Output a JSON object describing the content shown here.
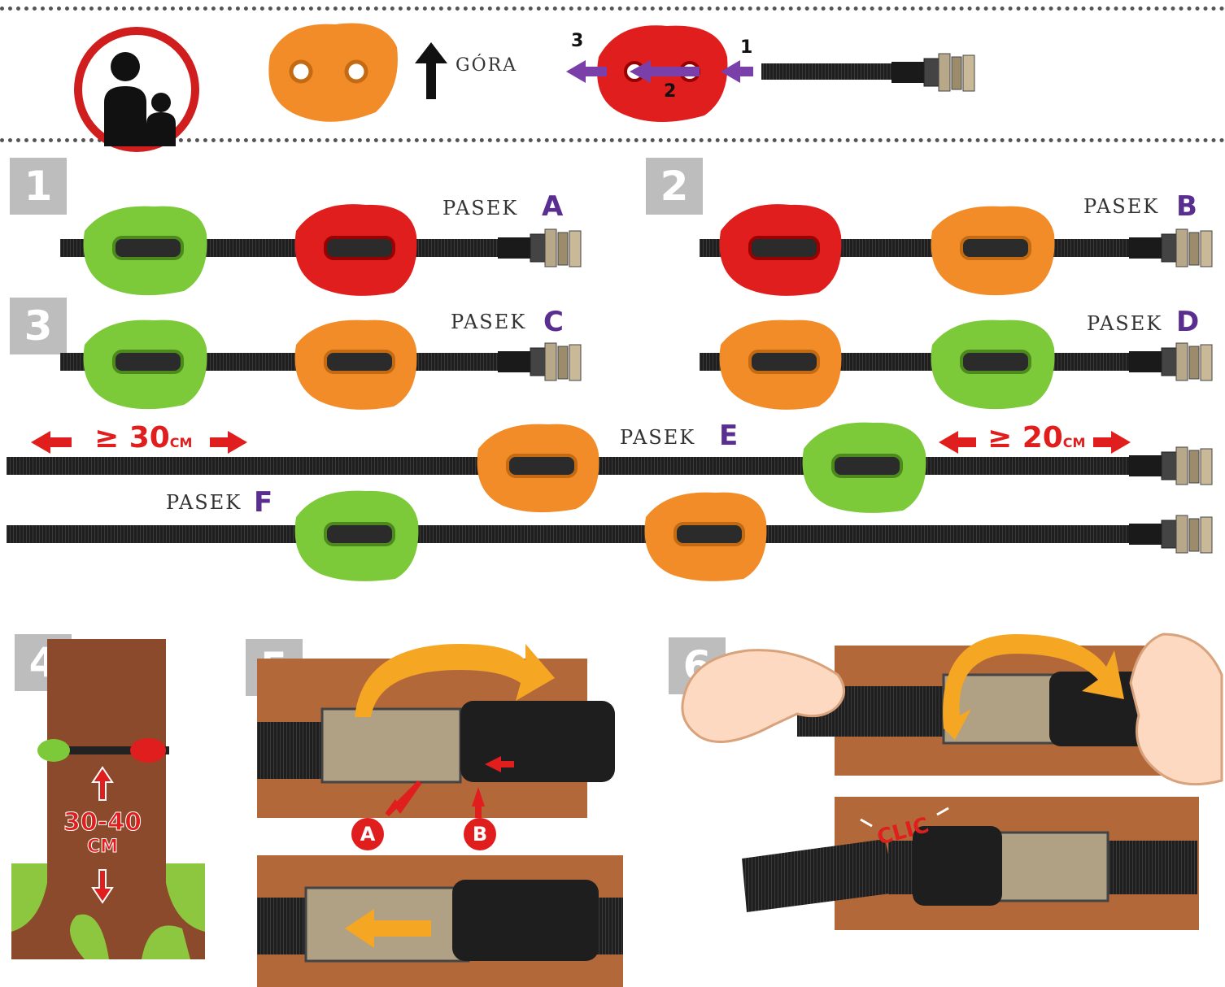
{
  "header": {
    "gora_label": "GÓRA",
    "step_nums": [
      "3",
      "2",
      "1"
    ]
  },
  "steps": {
    "s1": "1",
    "s2": "2",
    "s3": "3",
    "s4": "4",
    "s5": "5",
    "s6": "6"
  },
  "straps": [
    {
      "label": "PASEK",
      "letter": "A"
    },
    {
      "label": "PASEK",
      "letter": "B"
    },
    {
      "label": "PASEK",
      "letter": "C"
    },
    {
      "label": "PASEK",
      "letter": "D"
    },
    {
      "label": "PASEK",
      "letter": "E"
    },
    {
      "label": "PASEK",
      "letter": "F"
    }
  ],
  "distances": {
    "left": "≥ 30",
    "right": "≥ 20",
    "unit": "CM"
  },
  "tree": {
    "range": "30-40",
    "unit": "CM"
  },
  "ratchet_points": {
    "a": "A",
    "b": "B"
  },
  "clic": "CLIC",
  "colors": {
    "red": "#e01e1e",
    "green": "#7cc93a",
    "orange": "#f28c28",
    "purple": "#5a2d91",
    "strap": "#222222",
    "wood": "#b3683a"
  }
}
